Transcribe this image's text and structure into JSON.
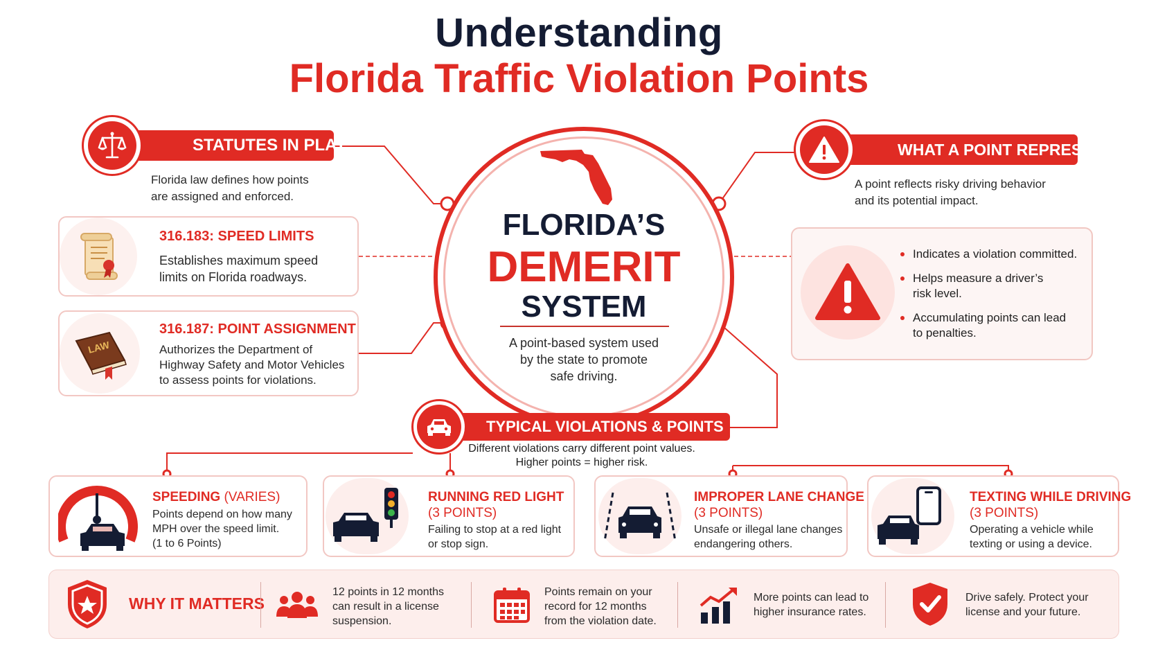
{
  "title": {
    "line1": "Understanding",
    "line2": "Florida Traffic Violation Points"
  },
  "statutes": {
    "header": "STATUTES IN PLAY",
    "desc_l1": "Florida law defines how points",
    "desc_l2": "are assigned and enforced.",
    "items": [
      {
        "title": "316.183: SPEED LIMITS",
        "text_l1": "Establishes maximum speed",
        "text_l2": "limits on Florida roadways."
      },
      {
        "title": "316.187: POINT ASSIGNMENT",
        "text_l1": "Authorizes the Department of",
        "text_l2": "Highway Safety and Motor Vehicles",
        "text_l3": "to assess points for violations.",
        "book_label": "LAW"
      }
    ]
  },
  "center": {
    "line1": "FLORIDA’S",
    "line2": "DEMERIT",
    "line3": "SYSTEM",
    "desc_l1": "A point-based system used",
    "desc_l2": "by the state to promote",
    "desc_l3": "safe driving."
  },
  "point": {
    "header": "WHAT A POINT REPRESENTS",
    "desc_l1": "A point reflects risky driving behavior",
    "desc_l2": "and its potential impact.",
    "bullets": [
      {
        "l1": "Indicates a violation committed.",
        "l2": ""
      },
      {
        "l1": "Helps measure a driver’s",
        "l2": "risk level."
      },
      {
        "l1": "Accumulating points can lead",
        "l2": "to penalties."
      }
    ]
  },
  "violations": {
    "header": "TYPICAL VIOLATIONS & POINTS",
    "desc_l1": "Different violations carry different point values.",
    "desc_l2": "Higher points = higher risk.",
    "items": [
      {
        "title": "SPEEDING",
        "title_suffix": " (VARIES)",
        "points": "",
        "text_l1": "Points depend on how many",
        "text_l2": "MPH over the speed limit.",
        "text_l3": "(1 to 6 Points)"
      },
      {
        "title": "RUNNING RED LIGHT",
        "title_suffix": "",
        "points": "(3 POINTS)",
        "text_l1": "Failing to stop at a red light",
        "text_l2": "or stop sign.",
        "text_l3": ""
      },
      {
        "title": "IMPROPER LANE CHANGE",
        "title_suffix": "",
        "points": "(3 POINTS)",
        "text_l1": "Unsafe or illegal lane changes",
        "text_l2": "endangering others.",
        "text_l3": ""
      },
      {
        "title": "TEXTING WHILE DRIVING",
        "title_suffix": "",
        "points": "(3 POINTS)",
        "text_l1": "Operating a vehicle while",
        "text_l2": "texting or using a device.",
        "text_l3": ""
      }
    ]
  },
  "why": {
    "label": "WHY IT MATTERS",
    "items": [
      {
        "l1": "12 points in 12 months",
        "l2": "can result in a license",
        "l3": "suspension."
      },
      {
        "l1": "Points remain on your",
        "l2": "record for 12 months",
        "l3": "from the violation date."
      },
      {
        "l1": "More points can lead to",
        "l2": "higher insurance rates.",
        "l3": ""
      },
      {
        "l1": "Drive safely. Protect your",
        "l2": "license and your future.",
        "l3": ""
      }
    ]
  },
  "colors": {
    "accent": "#e02b24",
    "dark": "#141c33",
    "panel": "#fdeeec"
  }
}
